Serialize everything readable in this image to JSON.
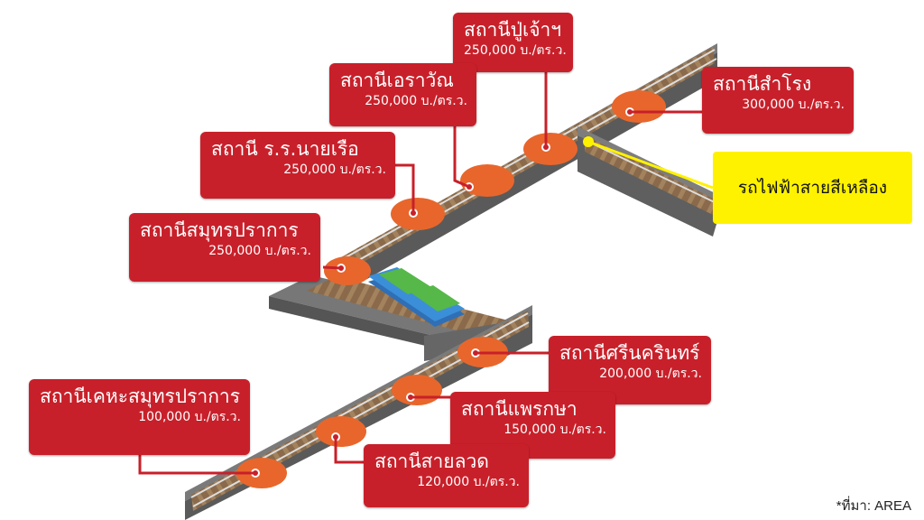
{
  "stations": [
    {
      "id": "pu-chao",
      "name": "สถานีปู่เจ้าฯ",
      "price": "250,000 บ./ตร.ว."
    },
    {
      "id": "erawan",
      "name": "สถานีเอราวัณ",
      "price": "250,000 บ./ตร.ว."
    },
    {
      "id": "samrong",
      "name": "สถานีสำโรง",
      "price": "300,000 บ./ตร.ว."
    },
    {
      "id": "naval-academy",
      "name": "สถานี ร.ร.นายเรือ",
      "price": "250,000 บ./ตร.ว."
    },
    {
      "id": "samut-prakan",
      "name": "สถานีสมุทรปราการ",
      "price": "250,000 บ./ตร.ว."
    },
    {
      "id": "srinagarindra",
      "name": "สถานีศรีนครินทร์",
      "price": "200,000 บ./ตร.ว."
    },
    {
      "id": "khet-samut-prakan",
      "name": "สถานีเคหะสมุทรปราการ",
      "price": "100,000 บ./ตร.ว."
    },
    {
      "id": "phraek-sa",
      "name": "สถานีแพรกษา",
      "price": "150,000 บ./ตร.ว."
    },
    {
      "id": "sai-luat",
      "name": "สถานีสายลวด",
      "price": "120,000 บ./ตร.ว."
    }
  ],
  "yellow_line_label": "รถไฟฟ้าสายสีเหลือง",
  "source": "*ที่มา: AREA",
  "colors": {
    "label_red": "#c8202a",
    "station_orange": "#e8662c",
    "yellow": "#fff200",
    "track_grey": "#6b6b6b"
  }
}
